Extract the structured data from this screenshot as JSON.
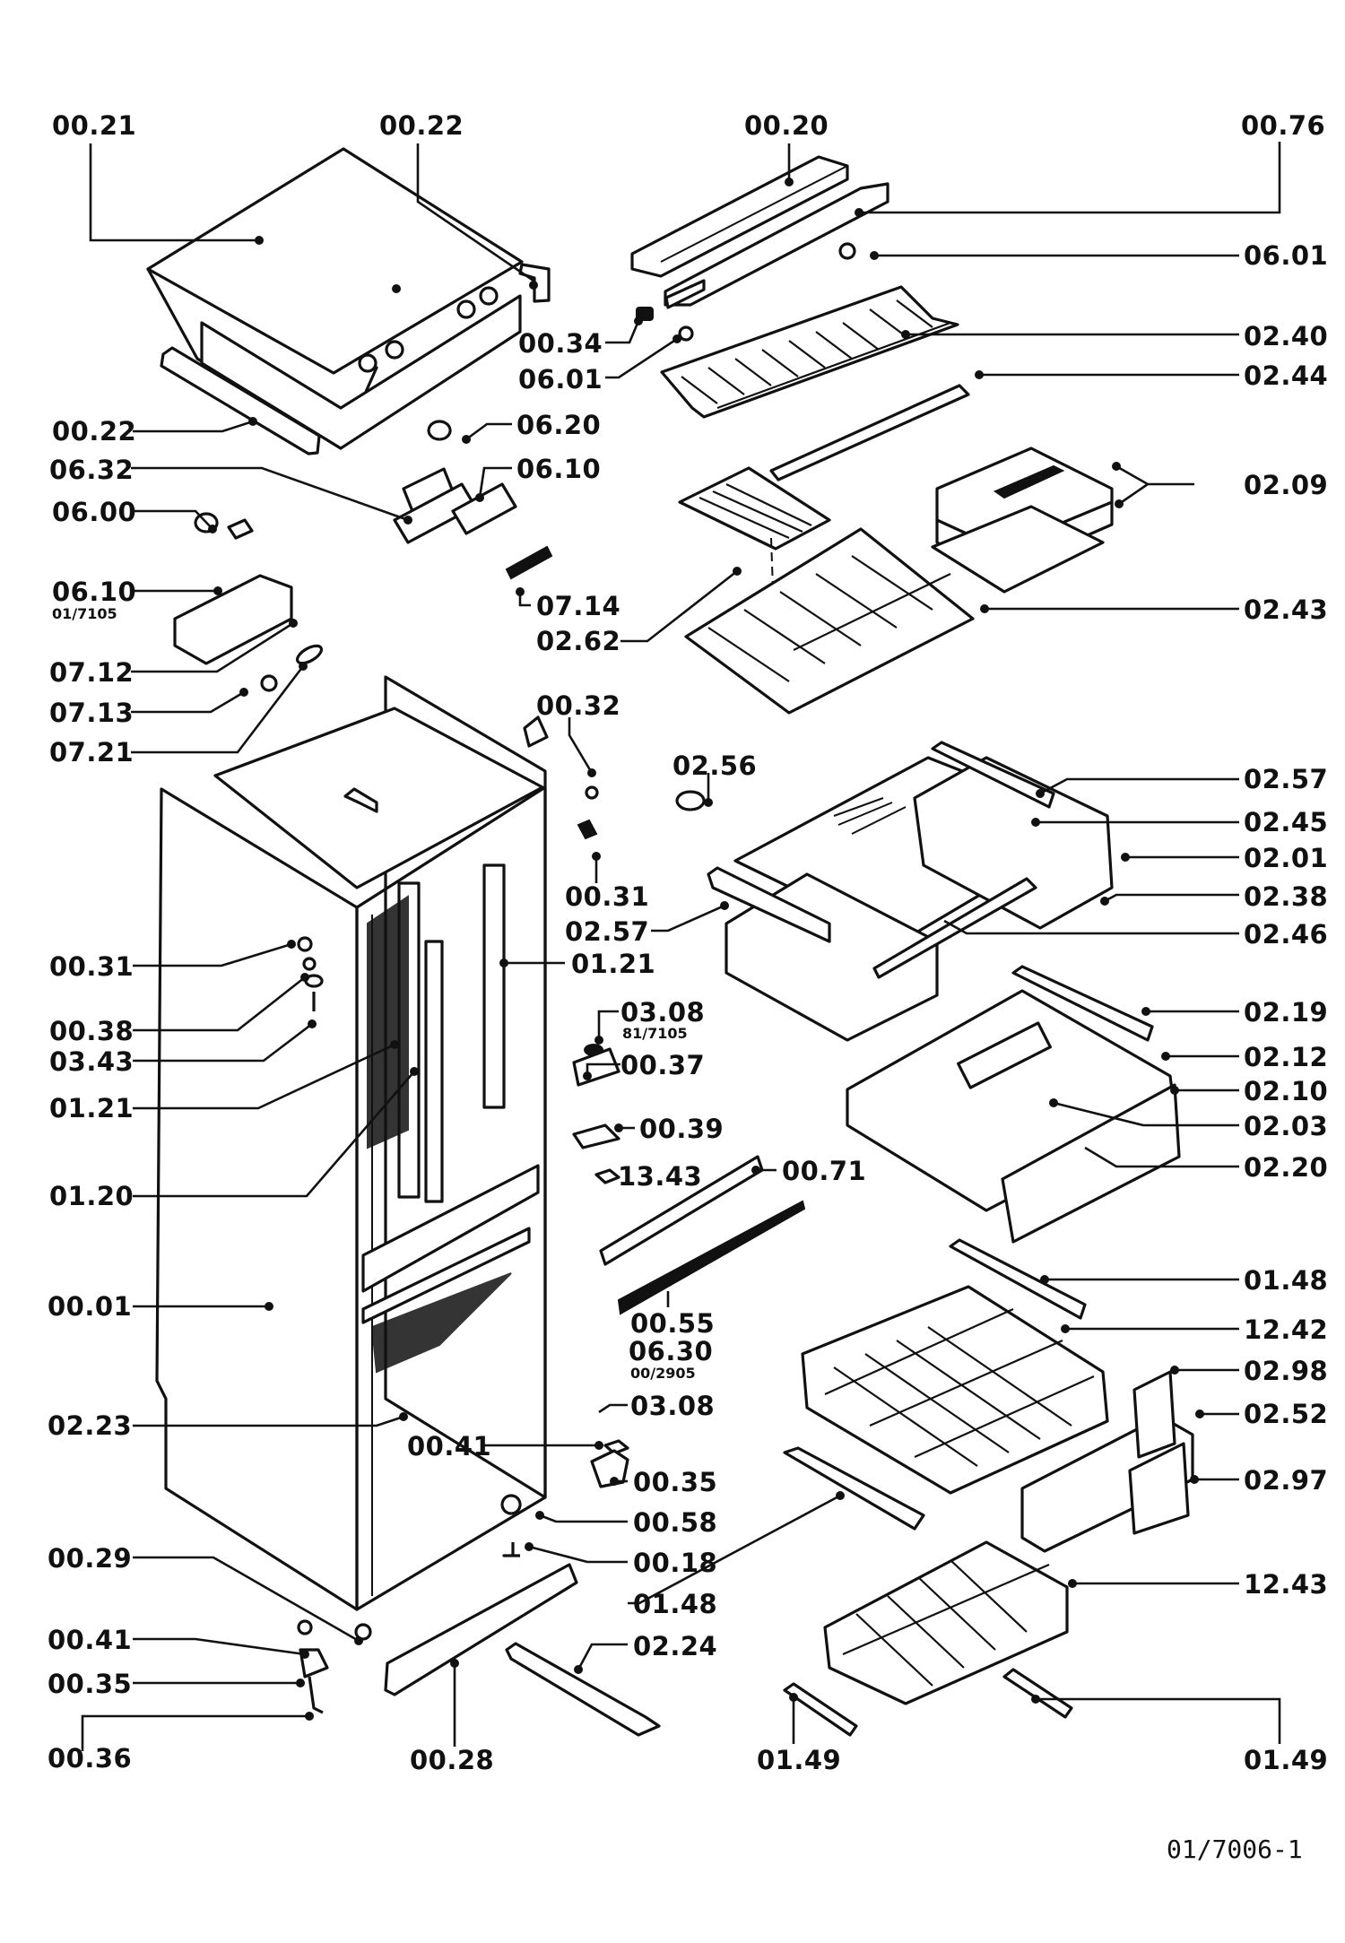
{
  "title": "Refrigerator exploded parts diagram",
  "drawing_reference": "01/7006-1",
  "labels": [
    {
      "id": "00.21",
      "sub": ""
    },
    {
      "id": "00.22",
      "sub": ""
    },
    {
      "id": "00.20",
      "sub": ""
    },
    {
      "id": "00.76",
      "sub": ""
    },
    {
      "id": "06.01",
      "sub": ""
    },
    {
      "id": "00.34",
      "sub": ""
    },
    {
      "id": "06.01",
      "sub": ""
    },
    {
      "id": "02.40",
      "sub": ""
    },
    {
      "id": "02.44",
      "sub": ""
    },
    {
      "id": "00.22",
      "sub": ""
    },
    {
      "id": "06.20",
      "sub": ""
    },
    {
      "id": "06.32",
      "sub": ""
    },
    {
      "id": "06.10",
      "sub": ""
    },
    {
      "id": "06.00",
      "sub": ""
    },
    {
      "id": "02.09",
      "sub": ""
    },
    {
      "id": "06.10",
      "sub": "01/7105"
    },
    {
      "id": "07.14",
      "sub": ""
    },
    {
      "id": "02.43",
      "sub": ""
    },
    {
      "id": "02.62",
      "sub": ""
    },
    {
      "id": "07.12",
      "sub": ""
    },
    {
      "id": "07.13",
      "sub": ""
    },
    {
      "id": "07.21",
      "sub": ""
    },
    {
      "id": "00.32",
      "sub": ""
    },
    {
      "id": "02.56",
      "sub": ""
    },
    {
      "id": "02.57",
      "sub": ""
    },
    {
      "id": "02.45",
      "sub": ""
    },
    {
      "id": "02.01",
      "sub": ""
    },
    {
      "id": "00.31",
      "sub": ""
    },
    {
      "id": "02.38",
      "sub": ""
    },
    {
      "id": "02.57",
      "sub": ""
    },
    {
      "id": "02.46",
      "sub": ""
    },
    {
      "id": "00.31",
      "sub": ""
    },
    {
      "id": "01.21",
      "sub": ""
    },
    {
      "id": "03.08",
      "sub": "81/7105"
    },
    {
      "id": "02.19",
      "sub": ""
    },
    {
      "id": "00.38",
      "sub": ""
    },
    {
      "id": "02.12",
      "sub": ""
    },
    {
      "id": "03.43",
      "sub": ""
    },
    {
      "id": "00.37",
      "sub": ""
    },
    {
      "id": "02.10",
      "sub": ""
    },
    {
      "id": "01.21",
      "sub": ""
    },
    {
      "id": "02.03",
      "sub": ""
    },
    {
      "id": "00.39",
      "sub": ""
    },
    {
      "id": "02.20",
      "sub": ""
    },
    {
      "id": "13.43",
      "sub": ""
    },
    {
      "id": "00.71",
      "sub": ""
    },
    {
      "id": "01.20",
      "sub": ""
    },
    {
      "id": "01.48",
      "sub": ""
    },
    {
      "id": "00.01",
      "sub": ""
    },
    {
      "id": "00.55",
      "sub": ""
    },
    {
      "id": "12.42",
      "sub": ""
    },
    {
      "id": "06.30",
      "sub": "00/2905"
    },
    {
      "id": "02.98",
      "sub": ""
    },
    {
      "id": "03.08",
      "sub": ""
    },
    {
      "id": "02.52",
      "sub": ""
    },
    {
      "id": "02.23",
      "sub": ""
    },
    {
      "id": "00.41",
      "sub": ""
    },
    {
      "id": "00.35",
      "sub": ""
    },
    {
      "id": "02.97",
      "sub": ""
    },
    {
      "id": "00.58",
      "sub": ""
    },
    {
      "id": "00.29",
      "sub": ""
    },
    {
      "id": "00.18",
      "sub": ""
    },
    {
      "id": "12.43",
      "sub": ""
    },
    {
      "id": "01.48",
      "sub": ""
    },
    {
      "id": "00.41",
      "sub": ""
    },
    {
      "id": "02.24",
      "sub": ""
    },
    {
      "id": "00.35",
      "sub": ""
    },
    {
      "id": "00.36",
      "sub": ""
    },
    {
      "id": "00.28",
      "sub": ""
    },
    {
      "id": "01.49",
      "sub": ""
    },
    {
      "id": "01.49",
      "sub": ""
    }
  ]
}
